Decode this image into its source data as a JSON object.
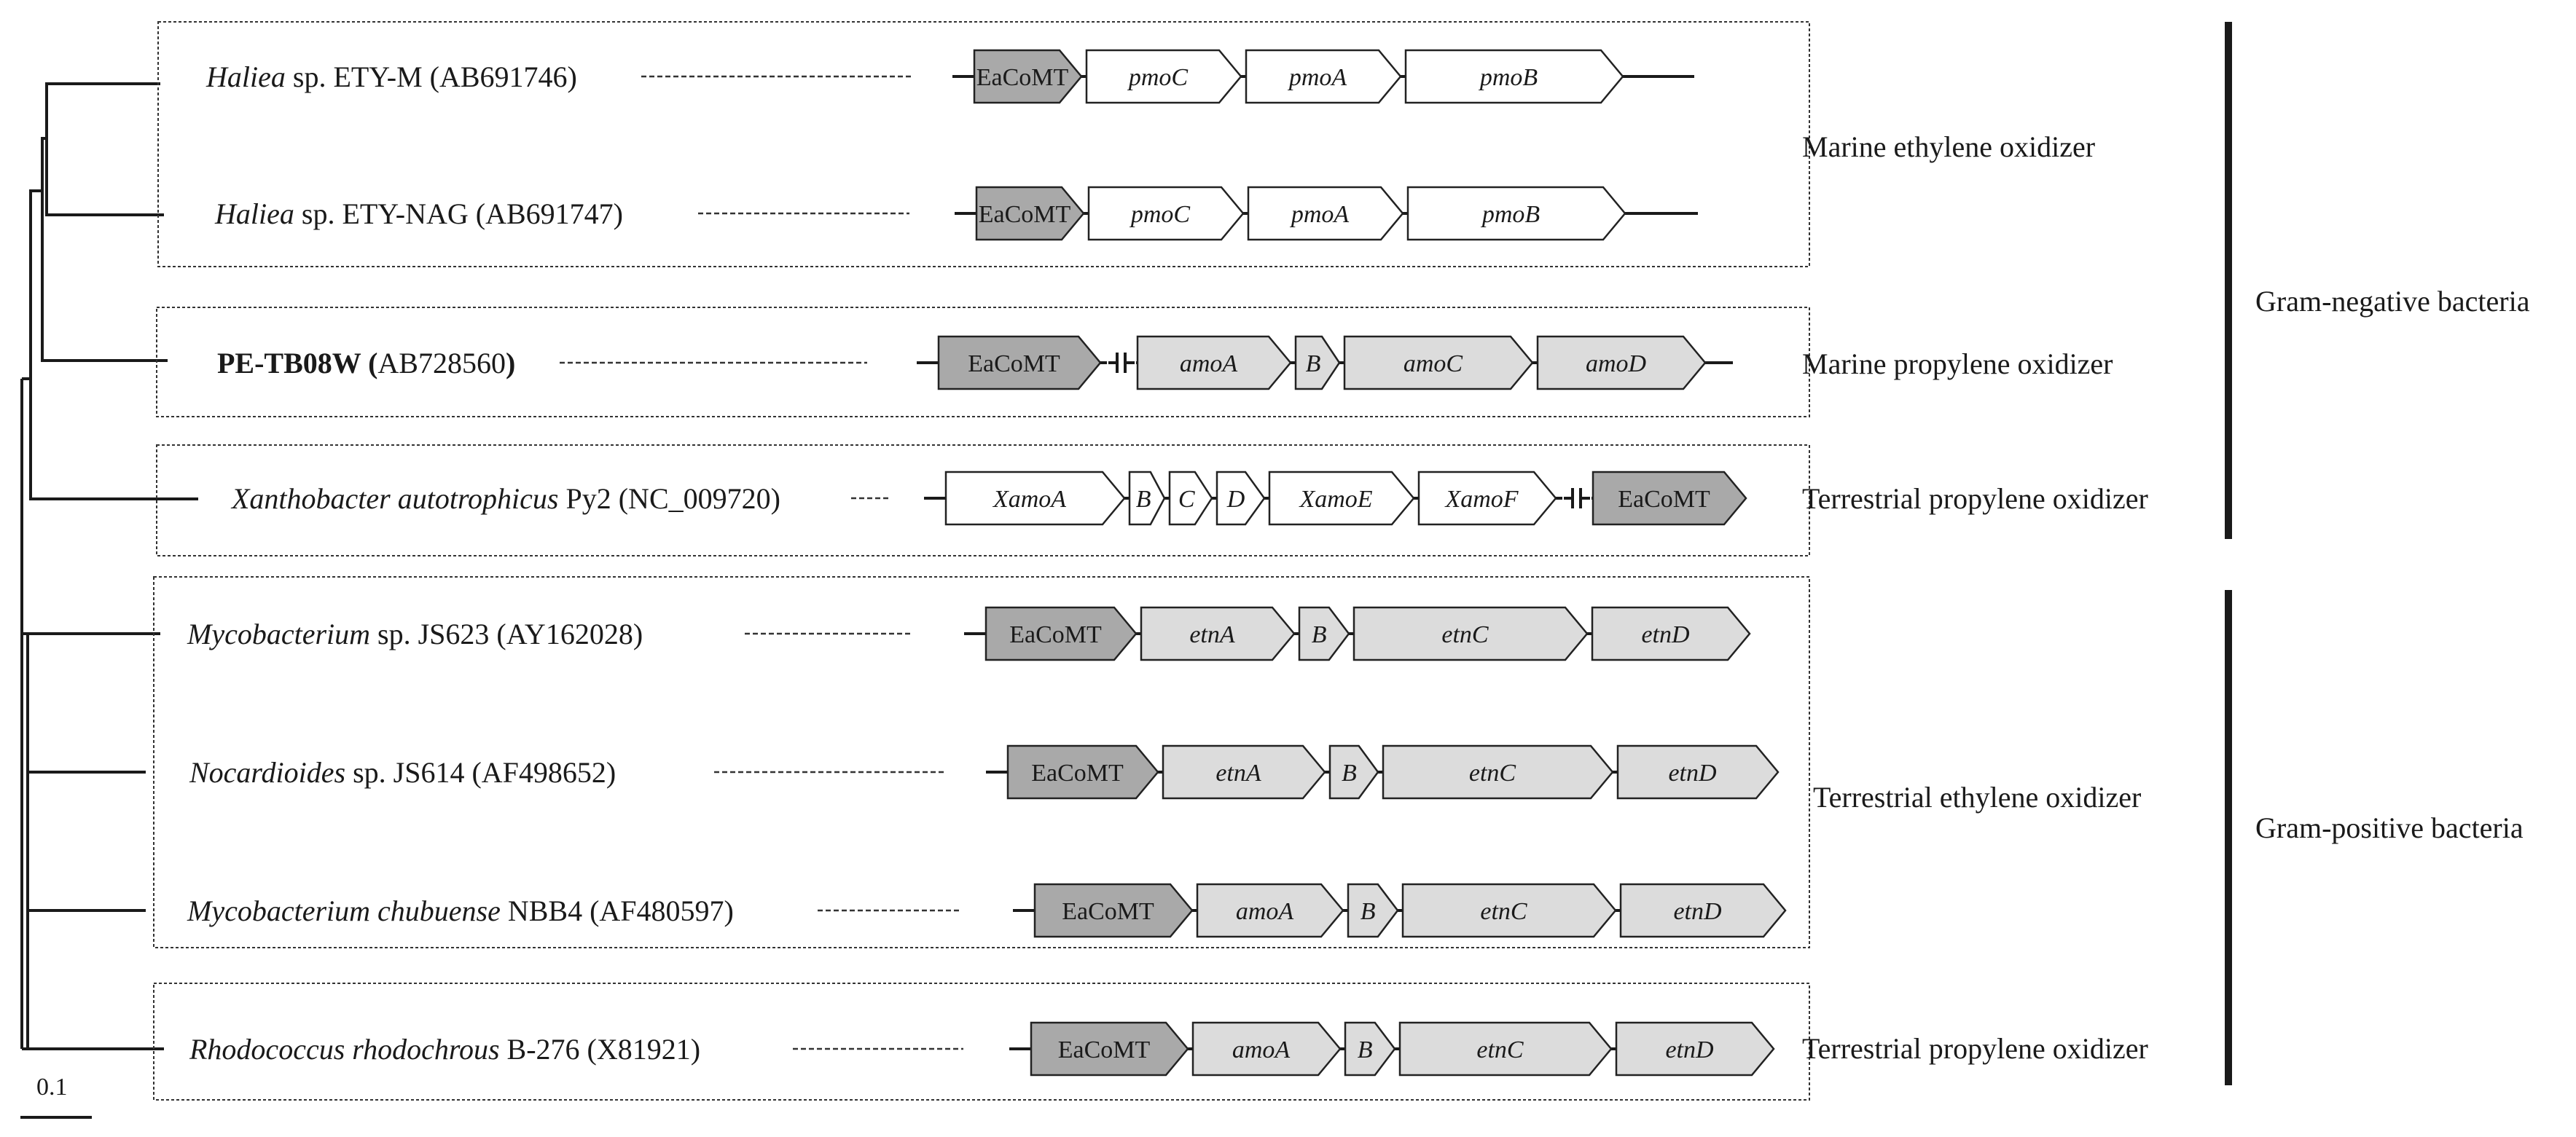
{
  "scale_bar": {
    "label": "0.1"
  },
  "colors": {
    "eacomt": "#a9a9a9",
    "other_genes": "#dcdcdc",
    "white": "#ffffff"
  },
  "boxes": [
    {
      "id": "haliea"
    },
    {
      "id": "pe"
    },
    {
      "id": "xantho"
    },
    {
      "id": "actino"
    },
    {
      "id": "rhodo"
    }
  ],
  "strains": [
    {
      "parts": [
        {
          "text": "Haliea",
          "style": "italic"
        },
        {
          "text": " sp. ETY-M (AB691746)",
          "style": "normal"
        }
      ],
      "genes": [
        {
          "label": "EaCoMT",
          "italic": false,
          "fill": "eacomt"
        },
        {
          "label": "pmoC",
          "italic": true,
          "fill": "white"
        },
        {
          "label": "pmoA",
          "italic": true,
          "fill": "white"
        },
        {
          "label": "pmoB",
          "italic": true,
          "fill": "white"
        }
      ]
    },
    {
      "parts": [
        {
          "text": "Haliea",
          "style": "italic"
        },
        {
          "text": " sp. ETY-NAG (AB691747)",
          "style": "normal"
        }
      ],
      "genes": [
        {
          "label": "EaCoMT",
          "italic": false,
          "fill": "eacomt"
        },
        {
          "label": "pmoC",
          "italic": true,
          "fill": "white"
        },
        {
          "label": "pmoA",
          "italic": true,
          "fill": "white"
        },
        {
          "label": "pmoB",
          "italic": true,
          "fill": "white"
        }
      ]
    },
    {
      "parts": [
        {
          "text": "PE-TB08W (",
          "style": "bold"
        },
        {
          "text": "AB728560",
          "style": "normal"
        },
        {
          "text": ")",
          "style": "bold"
        }
      ],
      "genes": [
        {
          "label": "EaCoMT",
          "italic": false,
          "fill": "eacomt"
        },
        {
          "label": "amoA",
          "italic": true,
          "fill": "other_genes"
        },
        {
          "label": "B",
          "italic": true,
          "fill": "other_genes"
        },
        {
          "label": "amoC",
          "italic": true,
          "fill": "other_genes"
        },
        {
          "label": "amoD",
          "italic": true,
          "fill": "other_genes"
        }
      ]
    },
    {
      "parts": [
        {
          "text": "Xanthobacter autotrophicus",
          "style": "italic"
        },
        {
          "text": " Py2 (NC_009720)",
          "style": "normal"
        }
      ],
      "genes": [
        {
          "label": "XamoA",
          "italic": true,
          "fill": "white"
        },
        {
          "label": "B",
          "italic": true,
          "fill": "white"
        },
        {
          "label": "C",
          "italic": true,
          "fill": "white"
        },
        {
          "label": "D",
          "italic": true,
          "fill": "white"
        },
        {
          "label": "XamoE",
          "italic": true,
          "fill": "white"
        },
        {
          "label": "XamoF",
          "italic": true,
          "fill": "white"
        },
        {
          "label": "EaCoMT",
          "italic": false,
          "fill": "eacomt"
        }
      ]
    },
    {
      "parts": [
        {
          "text": "Mycobacterium",
          "style": "italic"
        },
        {
          "text": " sp. JS623 (AY162028)",
          "style": "normal"
        }
      ],
      "genes": [
        {
          "label": "EaCoMT",
          "italic": false,
          "fill": "eacomt"
        },
        {
          "label": "etnA",
          "italic": true,
          "fill": "other_genes"
        },
        {
          "label": "B",
          "italic": true,
          "fill": "other_genes"
        },
        {
          "label": "etnC",
          "italic": true,
          "fill": "other_genes"
        },
        {
          "label": "etnD",
          "italic": true,
          "fill": "other_genes"
        }
      ]
    },
    {
      "parts": [
        {
          "text": "Nocardioides",
          "style": "italic"
        },
        {
          "text": " sp. JS614 (AF498652)",
          "style": "normal"
        }
      ],
      "genes": [
        {
          "label": "EaCoMT",
          "italic": false,
          "fill": "eacomt"
        },
        {
          "label": "etnA",
          "italic": true,
          "fill": "other_genes"
        },
        {
          "label": "B",
          "italic": true,
          "fill": "other_genes"
        },
        {
          "label": "etnC",
          "italic": true,
          "fill": "other_genes"
        },
        {
          "label": "etnD",
          "italic": true,
          "fill": "other_genes"
        }
      ]
    },
    {
      "parts": [
        {
          "text": "Mycobacterium chubuense",
          "style": "italic"
        },
        {
          "text": " NBB4 (AF480597)",
          "style": "normal"
        }
      ],
      "genes": [
        {
          "label": "EaCoMT",
          "italic": false,
          "fill": "eacomt"
        },
        {
          "label": "amoA",
          "italic": true,
          "fill": "other_genes"
        },
        {
          "label": "B",
          "italic": true,
          "fill": "other_genes"
        },
        {
          "label": "etnC",
          "italic": true,
          "fill": "other_genes"
        },
        {
          "label": "etnD",
          "italic": true,
          "fill": "other_genes"
        }
      ]
    },
    {
      "parts": [
        {
          "text": "Rhodococcus rhodochrous",
          "style": "italic"
        },
        {
          "text": " B-276 (X81921)",
          "style": "normal"
        }
      ],
      "genes": [
        {
          "label": "EaCoMT",
          "italic": false,
          "fill": "eacomt"
        },
        {
          "label": "amoA",
          "italic": true,
          "fill": "other_genes"
        },
        {
          "label": "B",
          "italic": true,
          "fill": "other_genes"
        },
        {
          "label": "etnC",
          "italic": true,
          "fill": "other_genes"
        },
        {
          "label": "etnD",
          "italic": true,
          "fill": "other_genes"
        }
      ]
    }
  ],
  "group_labels": [
    {
      "label": "Marine ethylene oxidizer"
    },
    {
      "label": "Marine propylene oxidizer"
    },
    {
      "label": "Terrestrial propylene oxidizer"
    },
    {
      "label": "Terrestrial ethylene oxidizer"
    },
    {
      "label": "Terrestrial propylene oxidizer"
    }
  ],
  "bracket_labels": [
    {
      "label": "Gram-negative bacteria"
    },
    {
      "label": "Gram-positive bacteria"
    }
  ]
}
